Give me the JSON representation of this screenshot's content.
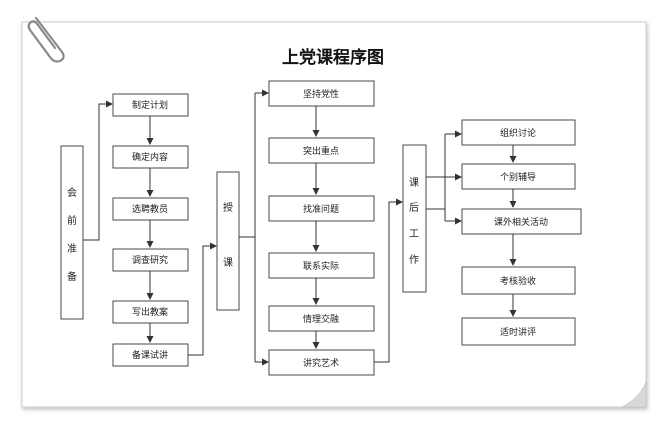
{
  "title": "上党课程序图",
  "phases": {
    "before": [
      "会",
      "前",
      "准",
      "备"
    ],
    "teach": [
      "授",
      "课"
    ],
    "after": [
      "课",
      "后",
      "工",
      "作"
    ]
  },
  "prep_steps": [
    "制定计划",
    "确定内容",
    "选聘教员",
    "调查研究",
    "写出教案",
    "备课试讲"
  ],
  "teach_steps": [
    "坚持党性",
    "突出重点",
    "找准问题",
    "联系实际",
    "情理交融",
    "讲究艺术"
  ],
  "after_steps": [
    "组织讨论",
    "个别辅导",
    "课外相关活动",
    "考核验收",
    "适时讲评"
  ]
}
